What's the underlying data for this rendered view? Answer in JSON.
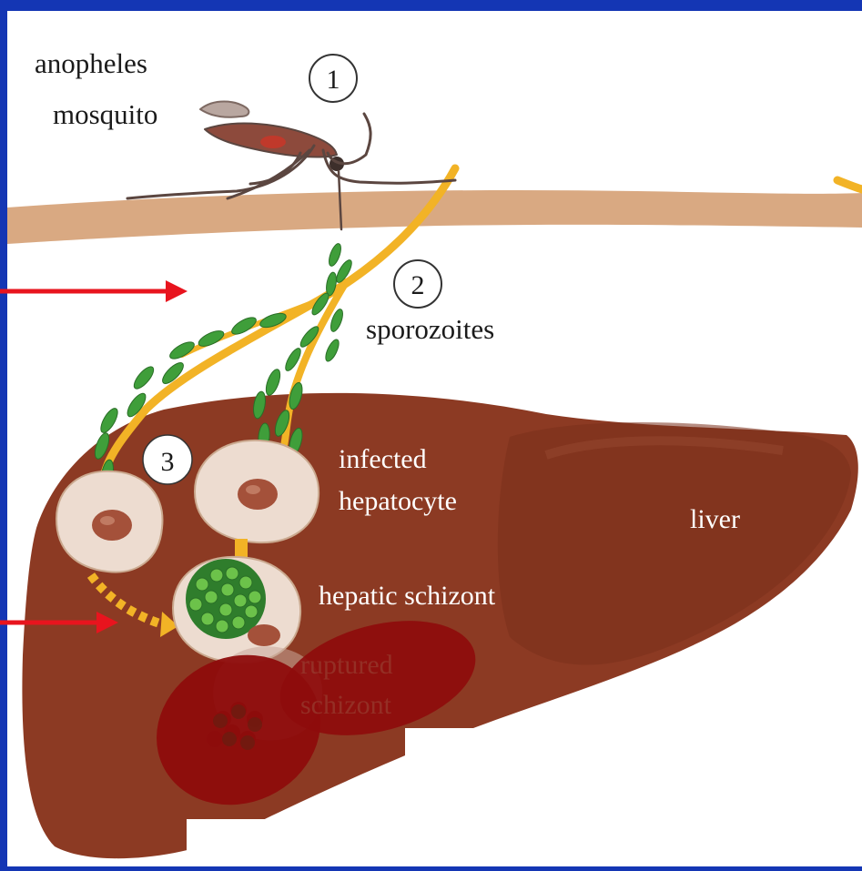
{
  "labels": {
    "mosquito": [
      "anopheles",
      "mosquito"
    ],
    "sporozoites": "sporozoites",
    "infected_hepatocyte": [
      "infected",
      "hepatocyte"
    ],
    "hepatic_schizont": "hepatic schizont",
    "ruptured_schizont": [
      "ruptured",
      "schizont"
    ],
    "liver": "liver"
  },
  "steps": [
    "1",
    "2",
    "3"
  ],
  "colors": {
    "slide_background": "#1436b4",
    "panel_background": "#ffffff",
    "skin": "#d9a982",
    "liver": "#8c3a23",
    "liver_shade": "#7a2f1b",
    "vessel": "#f2b326",
    "sporozoite": "#3f9e3a",
    "hepatocyte": "#eddcd0",
    "nucleus": "#a4513a",
    "schizont": "#3f9e3a",
    "red_cell": "#8e0c0c",
    "arrow": "#e8141e"
  },
  "icons": [
    "mosquito-icon",
    "red-arrow-icon"
  ]
}
